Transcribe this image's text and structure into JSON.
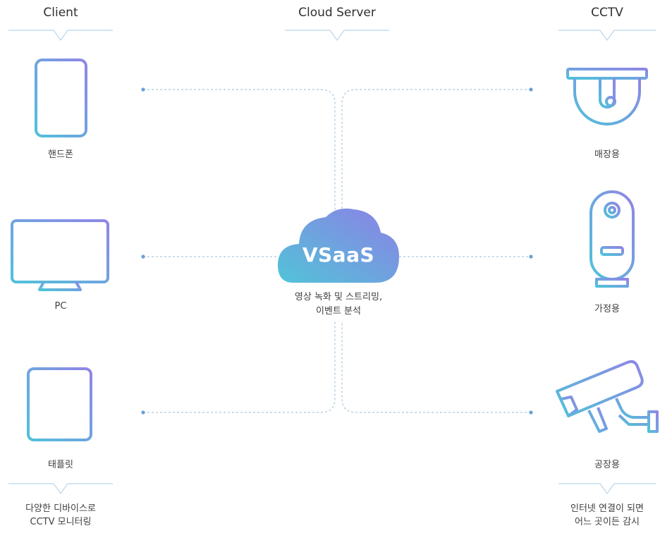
{
  "headers": {
    "client": "Client",
    "server": "Cloud Server",
    "cctv": "CCTV"
  },
  "clients": [
    "핸드폰",
    "PC",
    "태플릿"
  ],
  "cameras": [
    "매장용",
    "가정용",
    "공장용"
  ],
  "server": {
    "name": "VSaaS",
    "description_line1": "영상 녹화 및 스트리밍,",
    "description_line2": "이벤트 분석"
  },
  "footer": {
    "left_line1": "다양한 디바이스로",
    "left_line2": "CCTV 모니터링",
    "right_line1": "인터넷 연결이 되면",
    "right_line2": "어느 곳이든 감시"
  },
  "colors": {
    "gradient_start": "#4fc2d9",
    "gradient_end": "#8e84e6",
    "line": "#9ec7dc",
    "dot": "#6a9fd6",
    "divider": "#b9d5ea"
  }
}
